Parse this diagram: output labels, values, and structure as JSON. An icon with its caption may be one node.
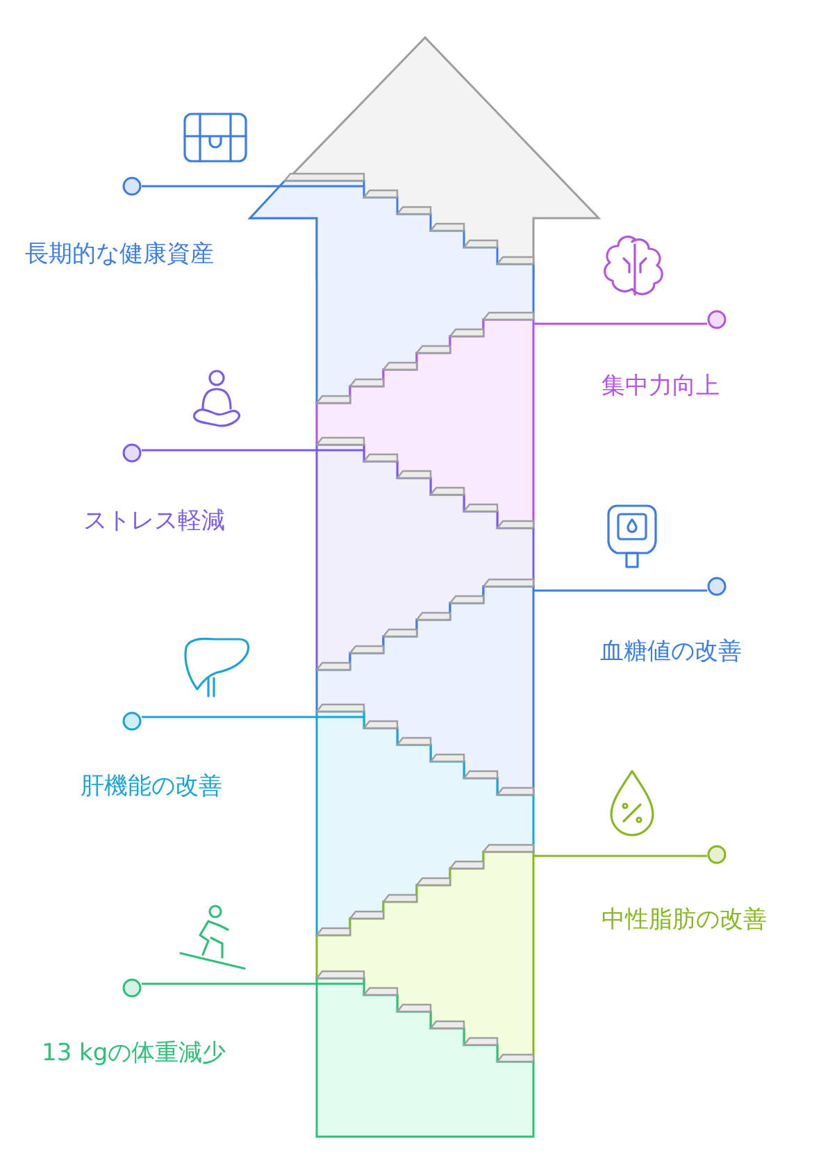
{
  "diagram": {
    "nodes": [
      {
        "text": [],
        "shape": "circle",
        "beside": [
          "長期的な健康資産"
        ]
      },
      {
        "text": [],
        "shape": "band"
      },
      {
        "text": [],
        "shape": "circle",
        "beside": [
          "集中力向上"
        ]
      },
      {
        "text": [],
        "shape": "band"
      },
      {
        "text": [],
        "shape": "circle",
        "beside": [
          "ストレス軽減"
        ]
      },
      {
        "text": [],
        "shape": "band"
      },
      {
        "text": [],
        "shape": "circle",
        "beside": [
          "血糖値の改善"
        ]
      },
      {
        "text": [],
        "shape": "band"
      },
      {
        "text": [],
        "shape": "circle",
        "beside": [
          "肝機能の改善"
        ]
      },
      {
        "text": [],
        "shape": "band"
      },
      {
        "text": [],
        "shape": "circle",
        "beside": [
          "中性脂肪の改善"
        ]
      },
      {
        "text": [],
        "shape": "band"
      },
      {
        "text": [],
        "shape": "circle",
        "beside": [
          "13 kgの体重減少"
        ]
      },
      {
        "text": [],
        "shape": "band"
      }
    ],
    "edges": [
      {
        "from": 0,
        "to": 1,
        "arrow": "none",
        "color": "#3b7de0"
      },
      {
        "from": 2,
        "to": 3,
        "arrow": "none",
        "color": "#b454e0"
      },
      {
        "from": 4,
        "to": 5,
        "arrow": "none",
        "color": "#7b5ce6"
      },
      {
        "from": 6,
        "to": 7,
        "arrow": "none",
        "color": "#3b7de0"
      },
      {
        "from": 8,
        "to": 9,
        "arrow": "none",
        "color": "#1aa5d6"
      },
      {
        "from": 10,
        "to": 11,
        "arrow": "none",
        "color": "#86b820"
      },
      {
        "from": 12,
        "to": 13,
        "arrow": "none",
        "color": "#2fbf78"
      }
    ]
  }
}
